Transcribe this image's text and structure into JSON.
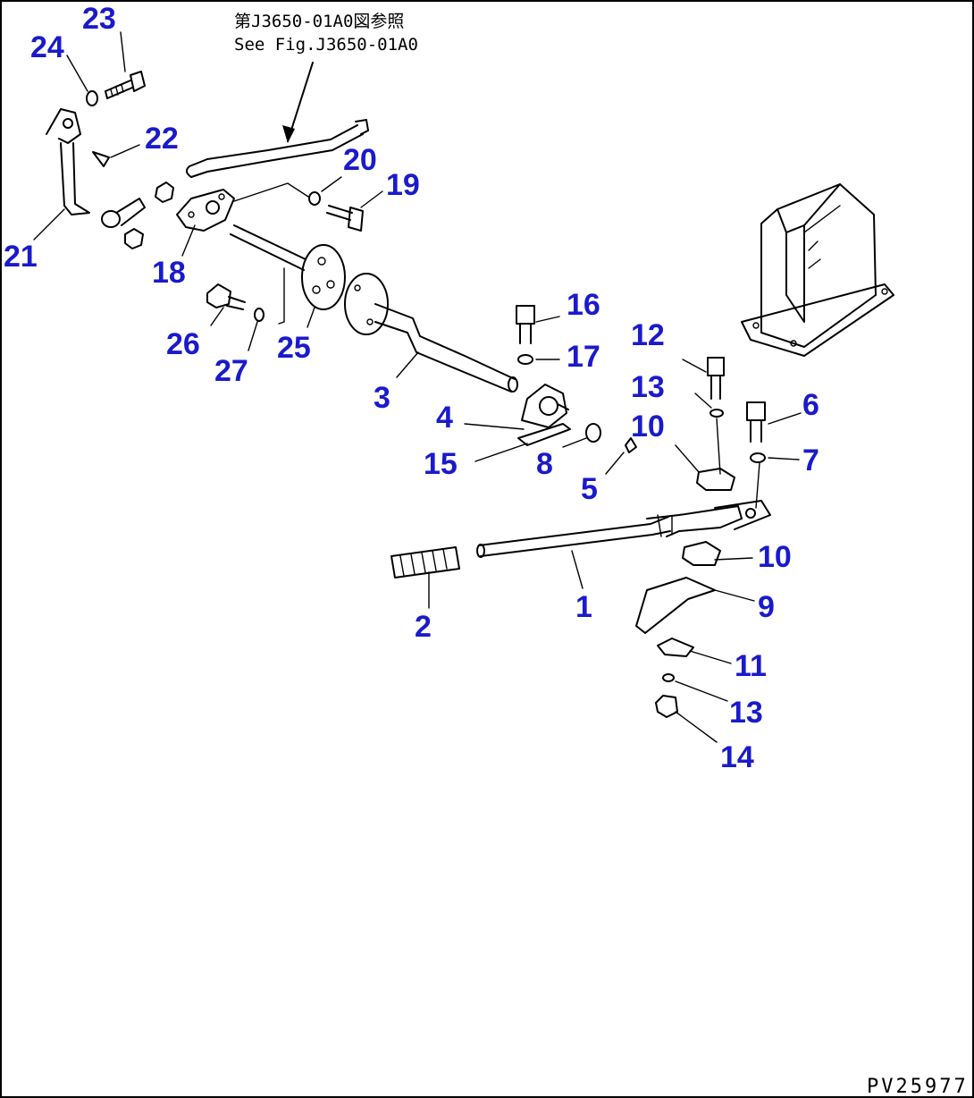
{
  "figure": {
    "reference_note_jp": "第J3650-01A0図参照",
    "reference_note_en": "See Fig.J3650-01A0",
    "figure_code": "PV25977",
    "callout_color": "#1a1acc",
    "line_color": "#000000"
  },
  "callouts": [
    {
      "id": "c23",
      "label": "23"
    },
    {
      "id": "c24",
      "label": "24"
    },
    {
      "id": "c22",
      "label": "22"
    },
    {
      "id": "c20",
      "label": "20"
    },
    {
      "id": "c19",
      "label": "19"
    },
    {
      "id": "c21",
      "label": "21"
    },
    {
      "id": "c18",
      "label": "18"
    },
    {
      "id": "c16",
      "label": "16"
    },
    {
      "id": "c17",
      "label": "17"
    },
    {
      "id": "c12",
      "label": "12"
    },
    {
      "id": "c13a",
      "label": "13"
    },
    {
      "id": "c6",
      "label": "6"
    },
    {
      "id": "c10a",
      "label": "10"
    },
    {
      "id": "c7",
      "label": "7"
    },
    {
      "id": "c26",
      "label": "26"
    },
    {
      "id": "c25",
      "label": "25"
    },
    {
      "id": "c27",
      "label": "27"
    },
    {
      "id": "c3",
      "label": "3"
    },
    {
      "id": "c4",
      "label": "4"
    },
    {
      "id": "c15",
      "label": "15"
    },
    {
      "id": "c8",
      "label": "8"
    },
    {
      "id": "c5",
      "label": "5"
    },
    {
      "id": "c10b",
      "label": "10"
    },
    {
      "id": "c1",
      "label": "1"
    },
    {
      "id": "c9",
      "label": "9"
    },
    {
      "id": "c2",
      "label": "2"
    },
    {
      "id": "c11",
      "label": "11"
    },
    {
      "id": "c13b",
      "label": "13"
    },
    {
      "id": "c14",
      "label": "14"
    }
  ]
}
